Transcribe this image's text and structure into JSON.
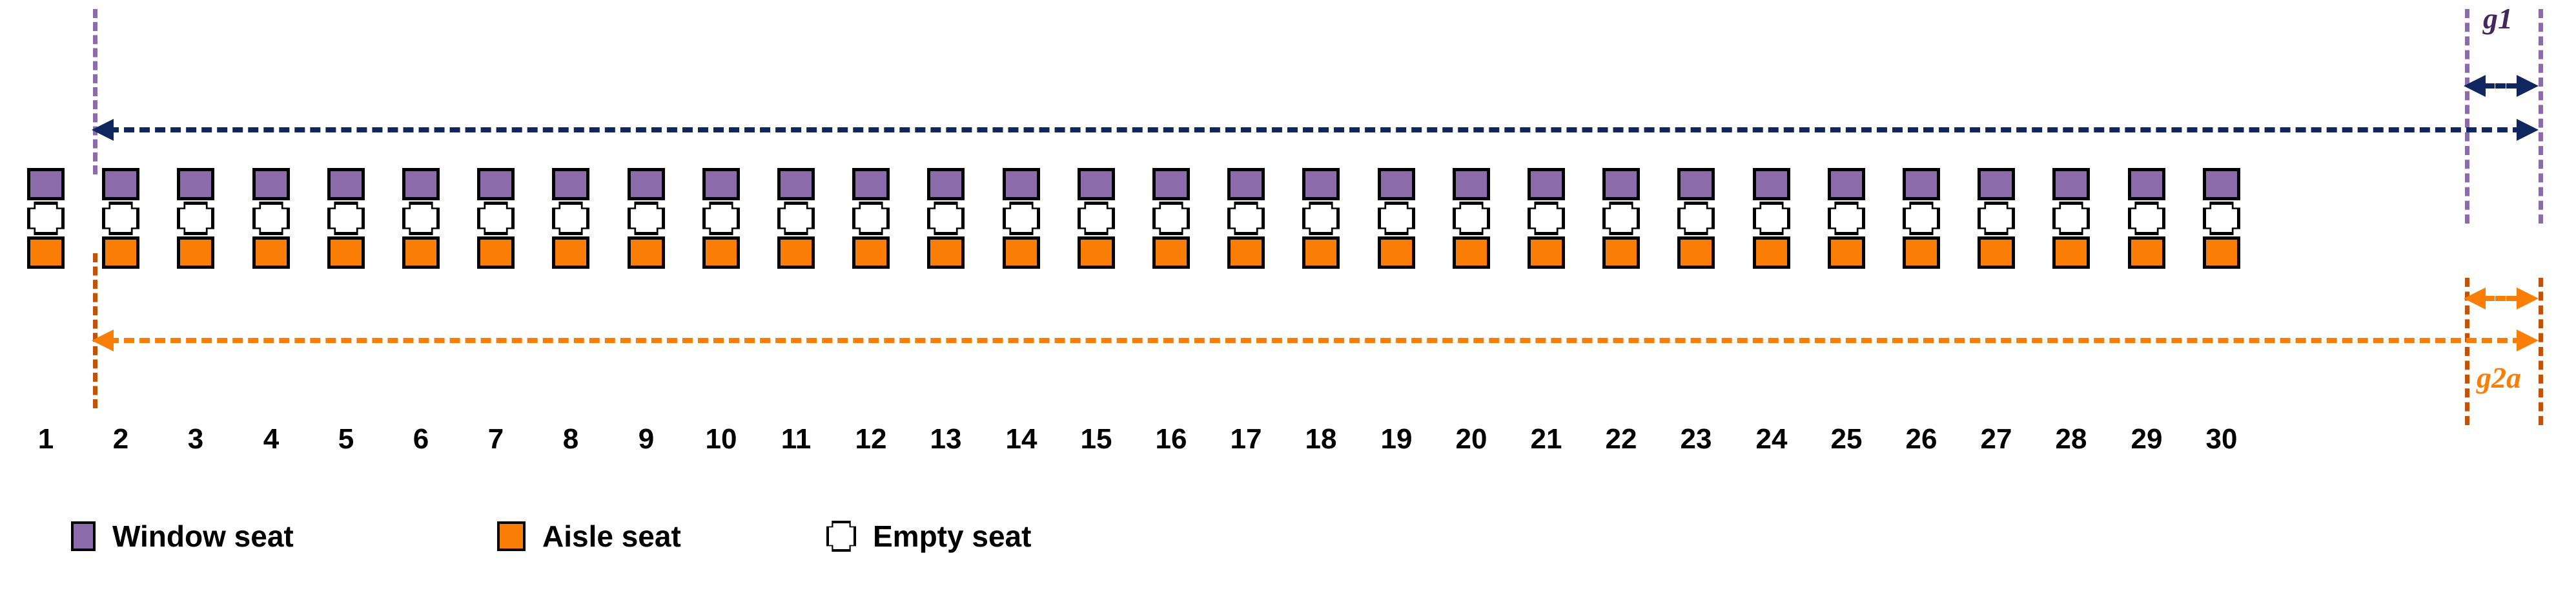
{
  "diagram": {
    "title_visible": false,
    "seat_count": 30,
    "seat_numbers": [
      "1",
      "2",
      "3",
      "4",
      "5",
      "6",
      "7",
      "8",
      "9",
      "10",
      "11",
      "12",
      "13",
      "14",
      "15",
      "16",
      "17",
      "18",
      "19",
      "20",
      "21",
      "22",
      "23",
      "24",
      "25",
      "26",
      "27",
      "28",
      "29",
      "30"
    ],
    "seat_stack": [
      {
        "role": "window-seat",
        "color": "#8c6bab"
      },
      {
        "role": "empty-seat",
        "color": "#ffffff"
      },
      {
        "role": "aisle-seat",
        "color": "#fa7d06"
      }
    ],
    "colors": {
      "window": "#8c6bab",
      "aisle": "#fa7d06",
      "empty": "#ffffff",
      "outline": "#000000",
      "navy_measure": "#10265e",
      "orange_measure": "#fa7d06",
      "purple_guide": "#8c6bab",
      "orange_guide": "#c25208",
      "g1_label": "#46265e",
      "g2a_label": "#fa7d06"
    },
    "annotations": [
      {
        "name": "g1",
        "label": "g1",
        "color": "#46265e",
        "guide_color": "#8c6bab",
        "measure_color": "#10265e",
        "span_from_seat": "2",
        "span_to_seat": "30",
        "gap_between_seats": [
          "29",
          "30"
        ]
      },
      {
        "name": "g2a",
        "label": "g2a",
        "color": "#fa7d06",
        "guide_color": "#c25208",
        "measure_color": "#fa7d06",
        "span_from_seat": "1",
        "span_to_seat": "30",
        "gap_between_seats": [
          "29",
          "30"
        ]
      }
    ]
  },
  "legend": {
    "items": [
      {
        "label": "Window seat",
        "icon": "window-seat-swatch",
        "color": "#8c6bab"
      },
      {
        "label": "Aisle seat",
        "icon": "aisle-seat-swatch",
        "color": "#fa7d06"
      },
      {
        "label": "Empty seat",
        "icon": "empty-seat-swatch",
        "color": "#ffffff"
      }
    ]
  }
}
